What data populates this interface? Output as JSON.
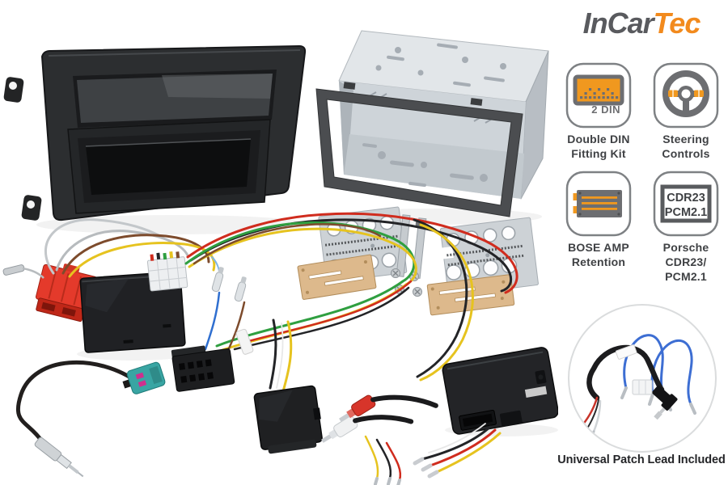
{
  "brand": {
    "name": "InCar",
    "accent": "Tec",
    "accent_color": "#f28a1d",
    "text_color": "#595a5e"
  },
  "features": [
    {
      "name": "double-din-fitting-kit",
      "icon": "double-din-radio-icon",
      "badge": "2 DIN",
      "label_line1": "Double DIN",
      "label_line2": "Fitting Kit"
    },
    {
      "name": "steering-controls",
      "icon": "steering-wheel-icon",
      "label_line1": "Steering",
      "label_line2": "Controls"
    },
    {
      "name": "bose-amp-retention",
      "icon": "bose-amplifier-icon",
      "label_line1": "BOSE AMP",
      "label_line2": "Retention"
    },
    {
      "name": "porsche-cdr23-pcm21",
      "icon": "head-unit-model-badge-icon",
      "badge_line1": "CDR23",
      "badge_line2": "PCM2.1",
      "label_line1": "Porsche",
      "label_line2": "CDR23/",
      "label_line3": "PCM2.1"
    }
  ],
  "patch_lead": {
    "caption": "Universal Patch Lead Included"
  },
  "photo_components": [
    "single-din-pocket-fascia",
    "double-din-metal-cage",
    "double-din-surround-frame",
    "side-mount-bracket-left",
    "side-mount-bracket-right",
    "radio-removal-keys",
    "fixing-screws",
    "bose-amp-bracket-left",
    "bose-amp-bracket-right",
    "quadlock-connector-red",
    "canbus-interface-box",
    "mini-iso-connector-white",
    "bullet-terminals",
    "iso-harness-connector",
    "fakra-antenna-adapter",
    "din-antenna-plug",
    "amp-retention-module",
    "rca-plugs",
    "vehicle-interface-box",
    "wiring-loom"
  ],
  "colors": {
    "accent_orange": "#f0981f",
    "icon_gray": "#6d6e71",
    "label_text": "#3f4144",
    "caption_text": "#242528"
  }
}
